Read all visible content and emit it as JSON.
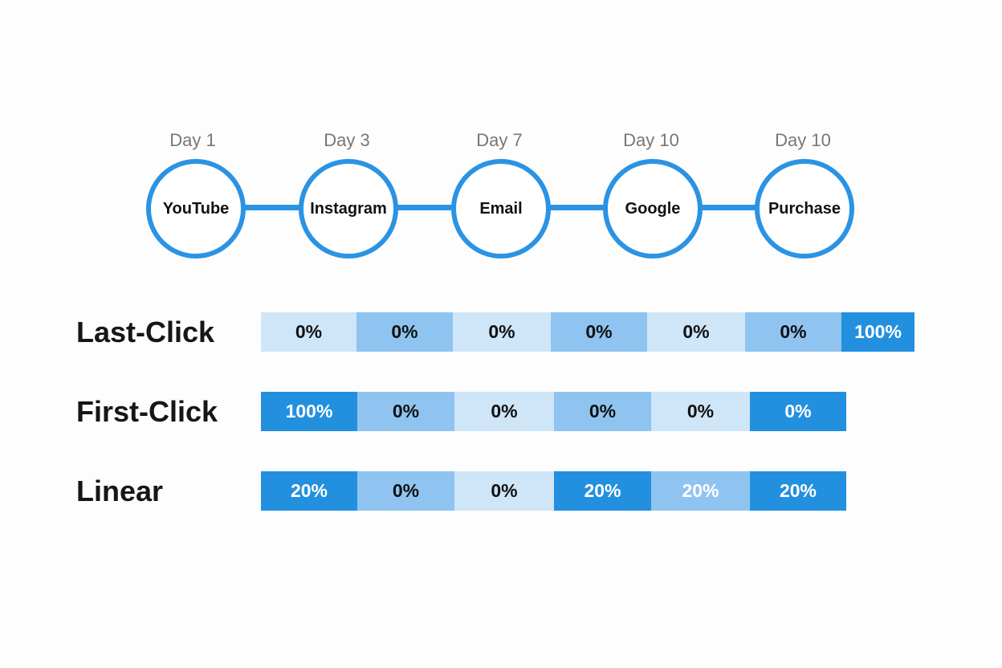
{
  "journey": {
    "steps": [
      {
        "day": "Day 1",
        "channel": "YouTube"
      },
      {
        "day": "Day 3",
        "channel": "Instagram"
      },
      {
        "day": "Day 7",
        "channel": "Email"
      },
      {
        "day": "Day 10",
        "channel": "Google"
      },
      {
        "day": "Day 10",
        "channel": "Purchase"
      }
    ]
  },
  "models": [
    {
      "name": "Last-Click",
      "segments": [
        "0%",
        "0%",
        "0%",
        "0%",
        "0%",
        "0%",
        "100%"
      ]
    },
    {
      "name": "First-Click",
      "segments": [
        "100%",
        "0%",
        "0%",
        "0%",
        "0%",
        "0%"
      ]
    },
    {
      "name": "Linear",
      "segments": [
        "20%",
        "0%",
        "0%",
        "20%",
        "20%",
        "20%"
      ]
    }
  ],
  "colors": {
    "accent": "#2b93e3",
    "segment_dark": "#2290df",
    "segment_mid": "#8fc4f0",
    "segment_light": "#cfe5f8"
  }
}
